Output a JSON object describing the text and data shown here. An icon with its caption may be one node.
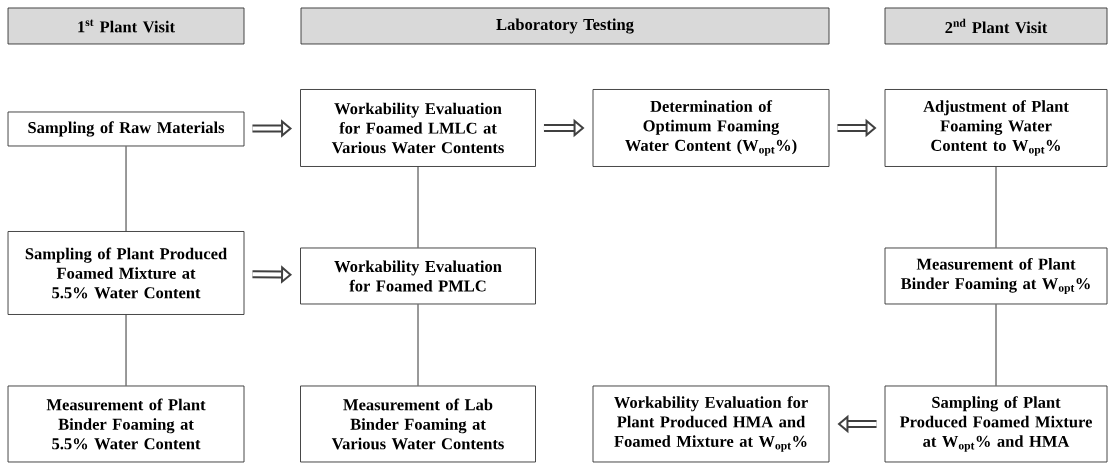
{
  "diagram": {
    "nodes": [
      {
        "text": [
          "1$^{st}$ Plant Visit"
        ]
      },
      {
        "text": [
          "Laboratory Testing"
        ]
      },
      {
        "text": [
          "2$^{nd}$ Plant Visit"
        ]
      },
      {
        "text": [
          "Sampling of Raw Materials"
        ]
      },
      {
        "text": [
          "Workability Evaluation for Foamed LMLC at Various Water Contents"
        ]
      },
      {
        "text": [
          "Determination of Optimum Foaming Water Content (W$_{opt}$%)"
        ]
      },
      {
        "text": [
          "Adjustment of Plant Foaming Water Content to W$_{opt}$%"
        ]
      },
      {
        "text": [
          "Sampling of Plant Produced Foamed Mixture at 5.5% Water Content"
        ]
      },
      {
        "text": [
          "Workability Evaluation for Foamed PMLC"
        ]
      },
      {
        "text": [
          "Measurement of Plant Binder Foaming at W$_{opt}$%"
        ]
      },
      {
        "text": [
          "Measurement of Plant Binder Foaming at 5.5% Water Content"
        ]
      },
      {
        "text": [
          "Measurement of Lab Binder Foaming at Various Water Contents"
        ]
      },
      {
        "text": [
          "Workability Evaluation for Plant Produced HMA and Foamed Mixture at W$_{opt}$%"
        ]
      },
      {
        "text": [
          "Sampling of Plant Produced Foamed Mixture at W$_{opt}$% and HMA"
        ]
      }
    ],
    "edges": [
      {
        "from": 3,
        "to": 4,
        "arrow": "to",
        "style": "thick"
      },
      {
        "from": 4,
        "to": 5,
        "arrow": "to",
        "style": "thick"
      },
      {
        "from": 5,
        "to": 6,
        "arrow": "to",
        "style": "thick"
      },
      {
        "from": 7,
        "to": 8,
        "arrow": "to",
        "style": "thick"
      },
      {
        "from": 13,
        "to": 12,
        "arrow": "to",
        "style": "thick"
      },
      {
        "from": 3,
        "to": 7,
        "arrow": "none"
      },
      {
        "from": 7,
        "to": 10,
        "arrow": "none"
      },
      {
        "from": 4,
        "to": 8,
        "arrow": "none"
      },
      {
        "from": 8,
        "to": 11,
        "arrow": "none"
      },
      {
        "from": 6,
        "to": 9,
        "arrow": "none"
      },
      {
        "from": 9,
        "to": 13,
        "arrow": "none"
      }
    ]
  }
}
